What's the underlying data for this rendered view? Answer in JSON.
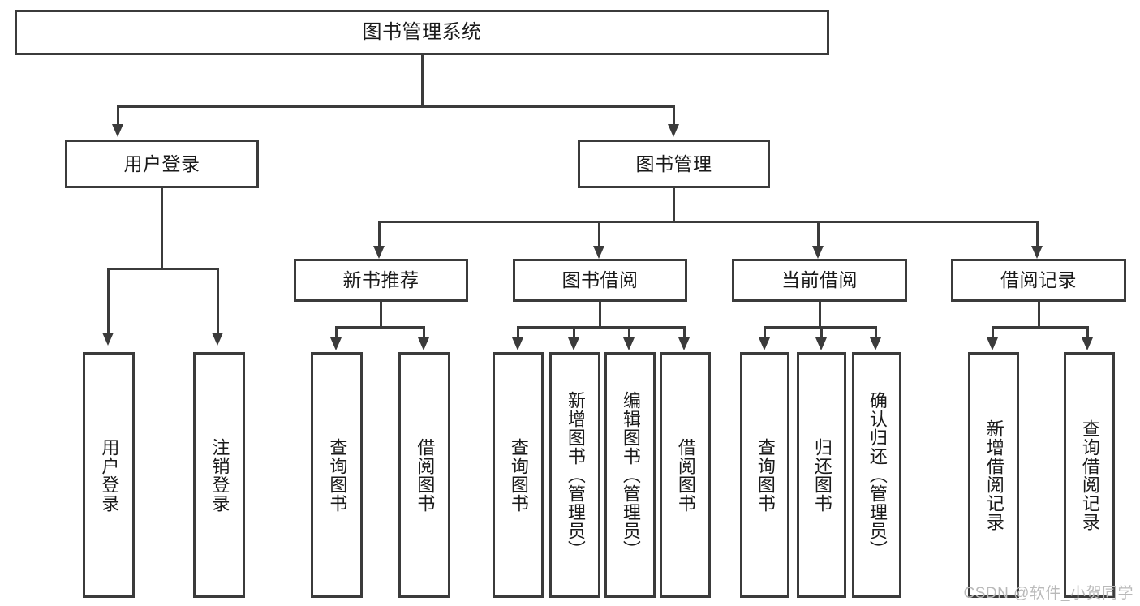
{
  "diagram": {
    "type": "tree-hierarchy",
    "title": "图书管理系统",
    "watermark": "CSDN @软件_小贺同学",
    "colors": {
      "background": "#ffffff",
      "border": "#3b3b3b",
      "text": "#1a1a1a",
      "watermark": "#b9b9b9"
    },
    "levels": {
      "root": "图书管理系统",
      "level2": [
        "用户登录",
        "图书管理"
      ],
      "level3": [
        "新书推荐",
        "图书借阅",
        "当前借阅",
        "借阅记录"
      ]
    },
    "nodes": {
      "root": {
        "label": "图书管理系统"
      },
      "user_login": {
        "label": "用户登录"
      },
      "book_manage": {
        "label": "图书管理"
      },
      "new_book_rec": {
        "label": "新书推荐"
      },
      "book_borrow": {
        "label": "图书借阅"
      },
      "current_borrow": {
        "label": "当前借阅"
      },
      "borrow_record": {
        "label": "借阅记录"
      }
    },
    "leaves": {
      "user_login": [
        {
          "label": "用户登录"
        },
        {
          "label": "注销登录"
        }
      ],
      "new_book_rec": [
        {
          "label": "查询图书"
        },
        {
          "label": "借阅图书"
        }
      ],
      "book_borrow": [
        {
          "label": "查询图书"
        },
        {
          "label": "新增图书（管理员）"
        },
        {
          "label": "编辑图书（管理员）"
        },
        {
          "label": "借阅图书"
        }
      ],
      "current_borrow": [
        {
          "label": "查询图书"
        },
        {
          "label": "归还图书"
        },
        {
          "label": "确认归还（管理员）"
        }
      ],
      "borrow_record": [
        {
          "label": "新增借阅记录"
        },
        {
          "label": "查询借阅记录"
        }
      ]
    }
  }
}
